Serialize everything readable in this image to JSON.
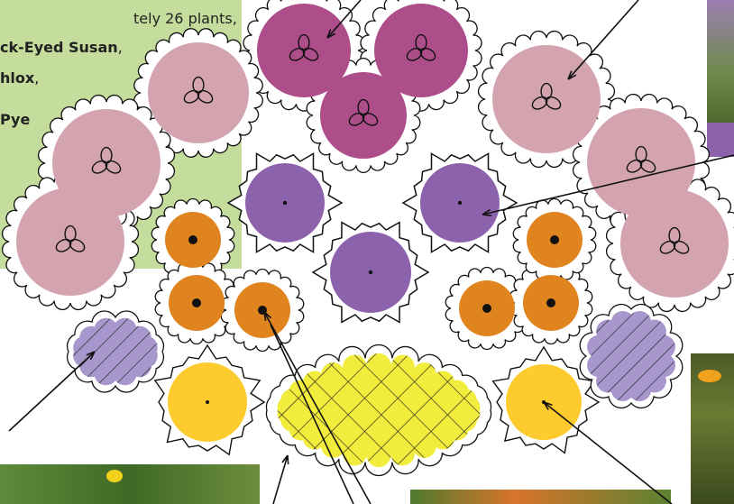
{
  "info": {
    "line1": "tely 26 plants,",
    "line2_bold": "ck-Eyed Susan",
    "line2_tail": ",",
    "line3_bold": "hlox",
    "line3_tail": ",",
    "line4_bold": "Pye"
  },
  "colors": {
    "info_bg": "#c5dd9c",
    "joe_pye": "#ad4d8a",
    "pink_mound": "#d3a4b0",
    "liatris": "#8d62ac",
    "black_eyed": "#e08420",
    "goldenrod": "#fdcb2d",
    "coreopsis": "#f2ec3c",
    "lavender": "#a897cc"
  },
  "photos": [
    {
      "name": "photo-top-right-liatris",
      "color": "#7a5a8e"
    },
    {
      "name": "photo-right-black-eyed-susan",
      "color": "#5a6e2e"
    },
    {
      "name": "photo-bottom-left-coreopsis",
      "color": "#3e6a24"
    },
    {
      "name": "photo-bottom-center-garden",
      "color": "#4f7a2e"
    }
  ]
}
